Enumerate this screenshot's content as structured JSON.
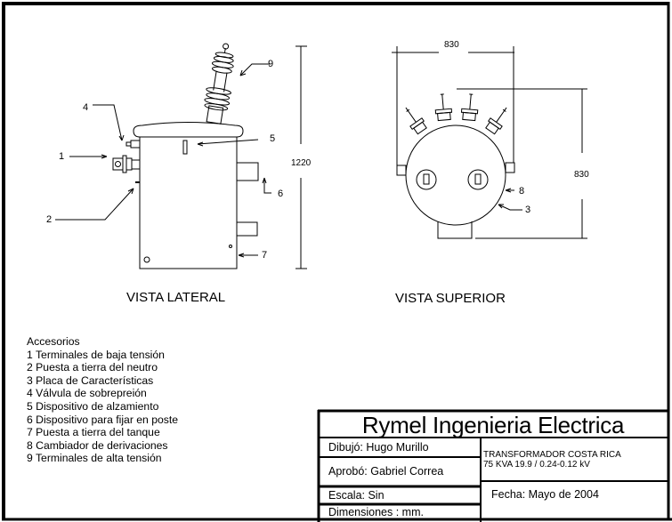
{
  "drawing": {
    "views": {
      "lateral_title": "VISTA LATERAL",
      "superior_title": "VISTA SUPERIOR"
    },
    "callouts": {
      "lateral": [
        "1",
        "2",
        "4",
        "5",
        "6",
        "7",
        "9"
      ],
      "superior": [
        "3",
        "8"
      ]
    },
    "dimensions": {
      "height": "1220",
      "top_width": "830",
      "top_depth": "830"
    },
    "units": "mm"
  },
  "accessories": {
    "heading": "Accesorios",
    "items": [
      "1 Terminales de baja tensión",
      "2 Puesta a tierra del neutro",
      "3 Placa de Características",
      "4 Válvula de sobrepreión",
      "5 Dispositivo de alzamiento",
      "6 Dispositivo para fijar en poste",
      "7 Puesta a tierra del tanque",
      "8 Cambiador de derivaciones",
      "9 Terminales de alta tensión"
    ]
  },
  "title_block": {
    "company": "Rymel Ingenieria Electrica",
    "drawn_by": "Dibujó: Hugo Murillo",
    "approved_by": "Aprobó: Gabriel Correa",
    "scale": "Escala: Sin",
    "dimensions": "Dimensiones :  mm.",
    "product_line1": "TRANSFORMADOR COSTA RICA",
    "product_line2": "75 KVA  19.9 / 0.24-0.12 kV",
    "date": "Fecha: Mayo de 2004"
  }
}
